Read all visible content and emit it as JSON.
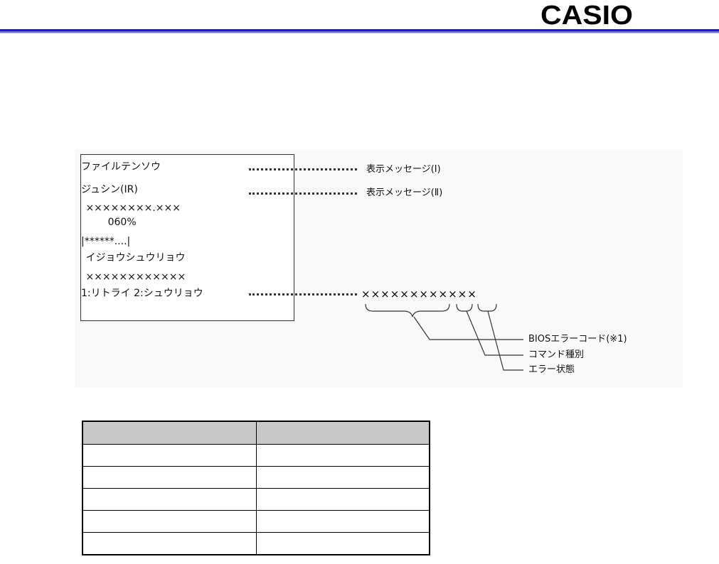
{
  "header": {
    "logo_text": "CASIO",
    "rule_color": "#1c1ccf"
  },
  "screen": {
    "lines": [
      "ファイルテンソウ",
      "ジュシン(IR)",
      " ××××××××.×××",
      "        060%",
      "|******....|",
      " イジョウシュウリョウ",
      " ××××××××××××",
      "1:リトライ 2:シュウリョウ"
    ]
  },
  "callouts": {
    "message_1": "表示メッセージ(Ⅰ)",
    "message_2": "表示メッセージ(Ⅱ)",
    "error_code_sample": "××××××××××××",
    "bios_error_code": "BIOSエラーコード(※1)",
    "command_type": "コマンド種別",
    "error_state": "エラー状態"
  },
  "table": {
    "headers": [
      "",
      ""
    ],
    "rows": [
      [
        "",
        ""
      ],
      [
        "",
        ""
      ],
      [
        "",
        ""
      ],
      [
        "",
        ""
      ],
      [
        "",
        ""
      ]
    ]
  }
}
